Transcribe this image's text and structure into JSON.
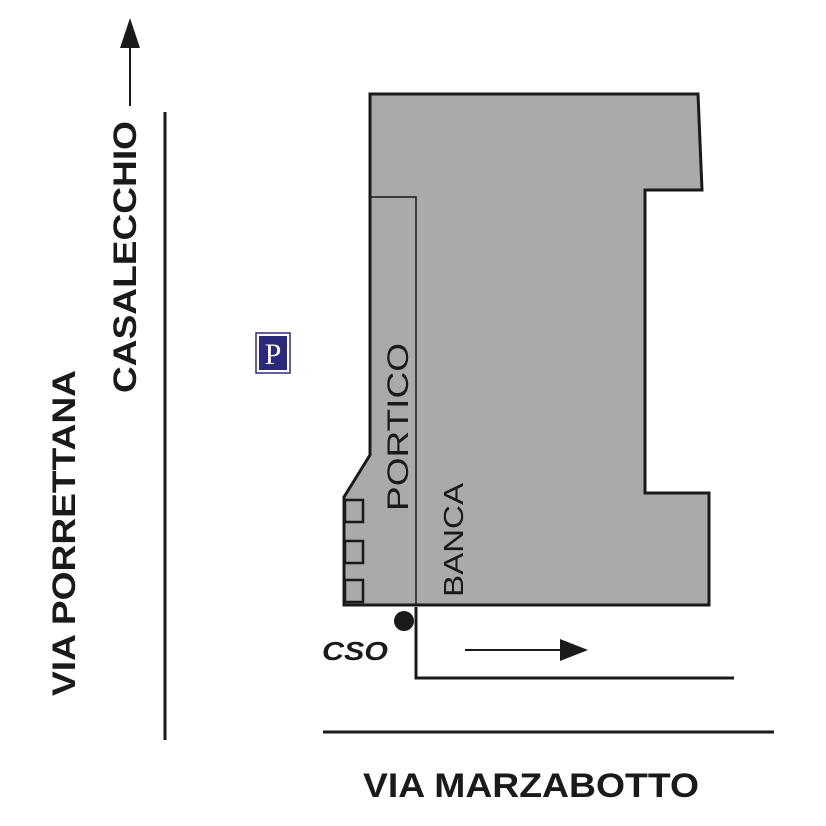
{
  "colors": {
    "building_fill": "#aaaaaa",
    "line": "#1a1a1a",
    "parking_bg": "#2b2a7a",
    "parking_text": "#ffffff",
    "background": "#ffffff"
  },
  "streets": {
    "via_porrettana": "VIA PORRETTANA",
    "casalecchio": "CASALECCHIO",
    "via_marzabotto": "VIA MARZABOTTO"
  },
  "building": {
    "portico": "PORTICO",
    "banca": "BANCA"
  },
  "location_marker": {
    "label": "CSO"
  },
  "parking": {
    "letter": "P"
  },
  "icons": {
    "north_arrow": "arrow-up-icon",
    "east_arrow": "arrow-right-icon",
    "parking": "parking-icon",
    "marker": "location-dot-icon"
  }
}
